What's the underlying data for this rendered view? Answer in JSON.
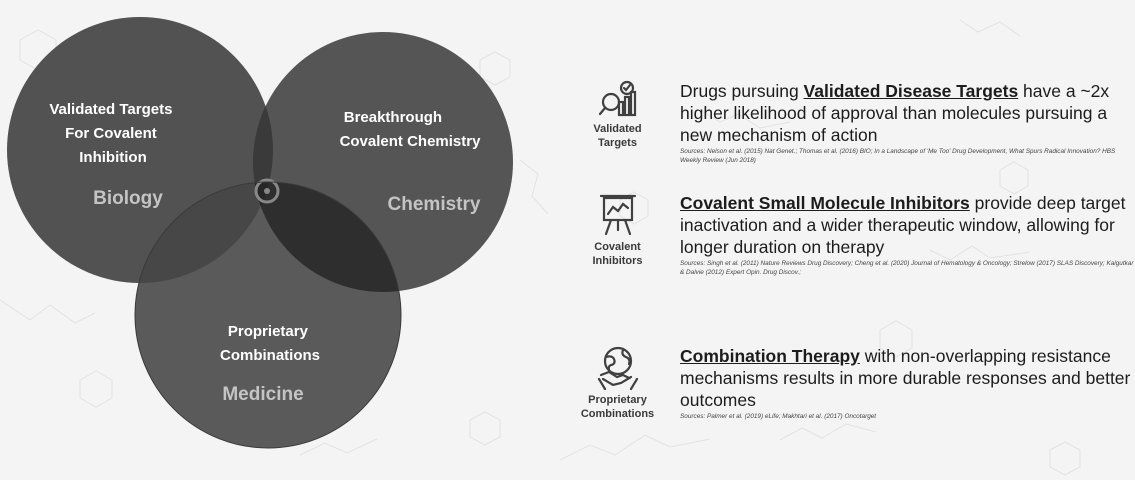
{
  "venn": {
    "biology": {
      "title_lines": [
        "Validated Targets",
        "For Covalent",
        "Inhibition"
      ],
      "label": "Biology"
    },
    "chemistry": {
      "title_lines": [
        "Breakthrough",
        "Covalent Chemistry"
      ],
      "label": "Chemistry"
    },
    "medicine": {
      "title_lines": [
        "Proprietary",
        "Combinations"
      ],
      "label": "Medicine"
    }
  },
  "rows": [
    {
      "icon": "target-chart-icon",
      "icon_label_lines": [
        "Validated",
        "Targets"
      ],
      "headline_pre": "Drugs pursuing ",
      "headline_highlight": "Validated Disease Targets",
      "headline_post": " have a ~2x higher likelihood of approval than molecules pursuing a new mechanism of action",
      "sources": "Sources: Nelson et al. (2015) Nat Genet.; Thomas et al. (2016) BIO; In a Landscape of 'Me Too' Drug Development, What Spurs Radical Innovation? HBS Weekly Review (Jun 2018)"
    },
    {
      "icon": "presentation-board-icon",
      "icon_label_lines": [
        "Covalent",
        "Inhibitors"
      ],
      "headline_pre": "",
      "headline_highlight": "Covalent Small Molecule Inhibitors",
      "headline_post": " provide deep target inactivation and a wider therapeutic window, allowing for longer duration on therapy",
      "sources": "Sources: Singh et al. (2011) Nature Reviews Drug Discovery; Cheng et al. (2020) Journal of Hematology & Oncology; Strelow (2017) SLAS Discovery; Kalgutkar & Dalvie (2012) Expert Opin. Drug Discov.;"
    },
    {
      "icon": "global-handshake-icon",
      "icon_label_lines": [
        "Proprietary",
        "Combinations"
      ],
      "headline_pre": "",
      "headline_highlight": "Combination Therapy",
      "headline_post": " with non-overlapping resistance mechanisms results in more durable responses and better outcomes",
      "sources": "Sources: Palmer et al. (2019) eLife; Makhtari et al. (2017) Oncotarget"
    }
  ],
  "colors": {
    "background": "#f4f4f4",
    "circle_fill": "#4a4a4a",
    "circle_text": "#ffffff",
    "circle_subtext": "#c8c8c8",
    "icon_stroke": "#404040"
  }
}
